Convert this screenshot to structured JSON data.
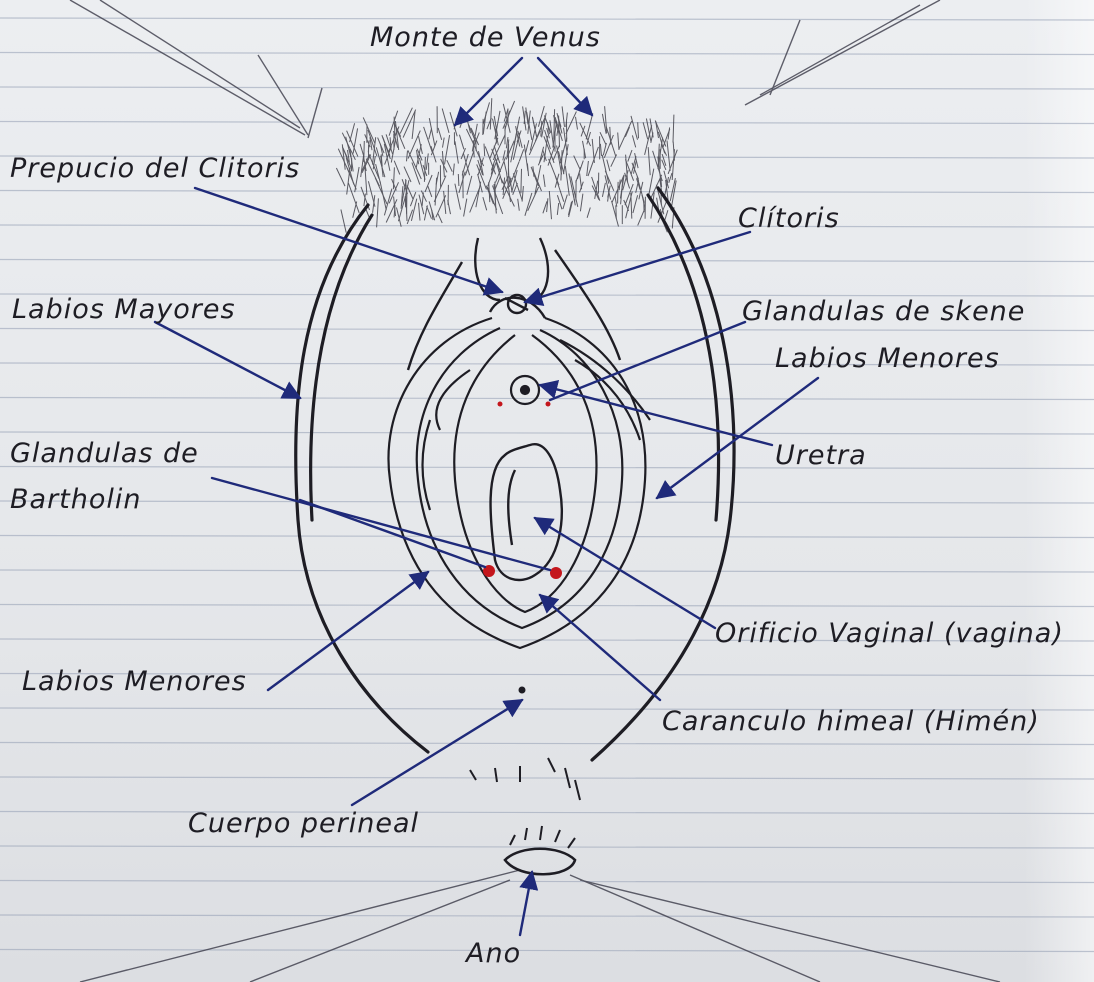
{
  "labels": {
    "monte_de_venus": "Monte de Venus",
    "prepucio_del_clitoris": "Prepucio del Clitoris",
    "clitoris": "Clítoris",
    "labios_mayores": "Labios Mayores",
    "glandulas_de_skene": "Glandulas de skene",
    "labios_menores_right": "Labios Menores",
    "uretra": "Uretra",
    "glandulas_de_bartholin_line1": "Glandulas de",
    "glandulas_de_bartholin_line2": "Bartholin",
    "orificio_vaginal": "Orificio Vaginal (vagina)",
    "labios_menores_left": "Labios Menores",
    "caranculo_himeal": "Caranculo himeal (Himén)",
    "cuerpo_perineal": "Cuerpo perineal",
    "ano": "Ano"
  },
  "colors": {
    "paper": "#e6e7ea",
    "rule_line": "#9aa4b8",
    "pen_black": "#1e1d24",
    "pen_blue": "#1f2a7a",
    "red_dot": "#c4161c"
  }
}
